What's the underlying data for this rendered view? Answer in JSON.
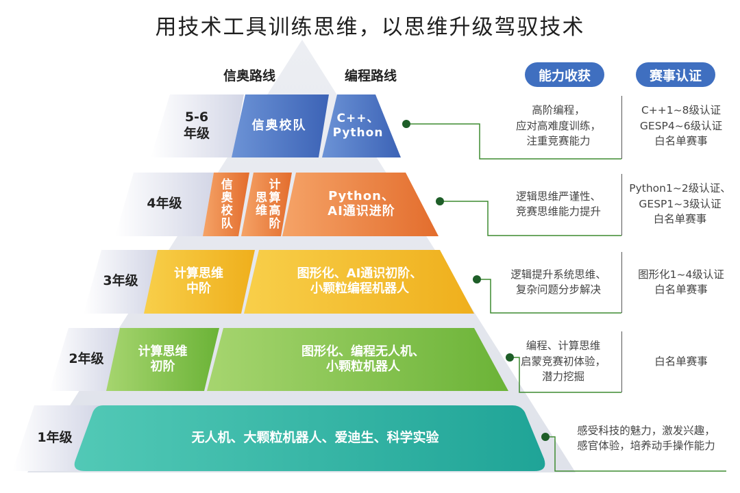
{
  "title": "用技术工具训练思维，以思维升级驾驭技术",
  "headers": {
    "xinao": "信奥路线",
    "coding": "编程路线",
    "ability": "能力收获",
    "contest": "赛事认证"
  },
  "colors": {
    "blue": "#4a72c0",
    "orange": "#e8823a",
    "yellow": "#f1b928",
    "green": "#7dbf42",
    "teal": "#2fb3a5",
    "pill": "#3f6fc0"
  },
  "tiers": [
    {
      "grade": "5-6\n年级",
      "school": "信奥校队",
      "coding": "C++、\nPython",
      "ability": "高阶编程，\n应对高难度训练，\n注重竞赛能力",
      "contest": "C++1~8级认证\nGESP4~6级认证\n白名单赛事"
    },
    {
      "grade": "4年级",
      "school": "信奥校队",
      "thinking": "计算高阶思维",
      "coding": "Python、\nAI通识进阶",
      "ability": "逻辑思维严谨性、\n竞赛思维能力提升",
      "contest": "Python1~2级认证、\nGESP1~3级认证\n白名单赛事"
    },
    {
      "grade": "3年级",
      "thinking": "计算思维\n中阶",
      "coding": "图形化、AI通识初阶、\n小颗粒编程机器人",
      "ability": "逻辑提升系统思维、\n复杂问题分步解决",
      "contest": "图形化1~4级认证\n白名单赛事"
    },
    {
      "grade": "2年级",
      "thinking": "计算思维\n初阶",
      "coding": "图形化、编程无人机、\n小颗粒机器人",
      "ability": "编程、计算思维\n启蒙竞赛初体验，\n潜力挖掘",
      "contest": "白名单赛事"
    },
    {
      "grade": "1年级",
      "coding": "无人机、大颗粒机器人、爱迪生、科学实验",
      "ability": "感受科技的魅力，激发兴趣，\n感官体验，培养动手操作能力"
    }
  ]
}
